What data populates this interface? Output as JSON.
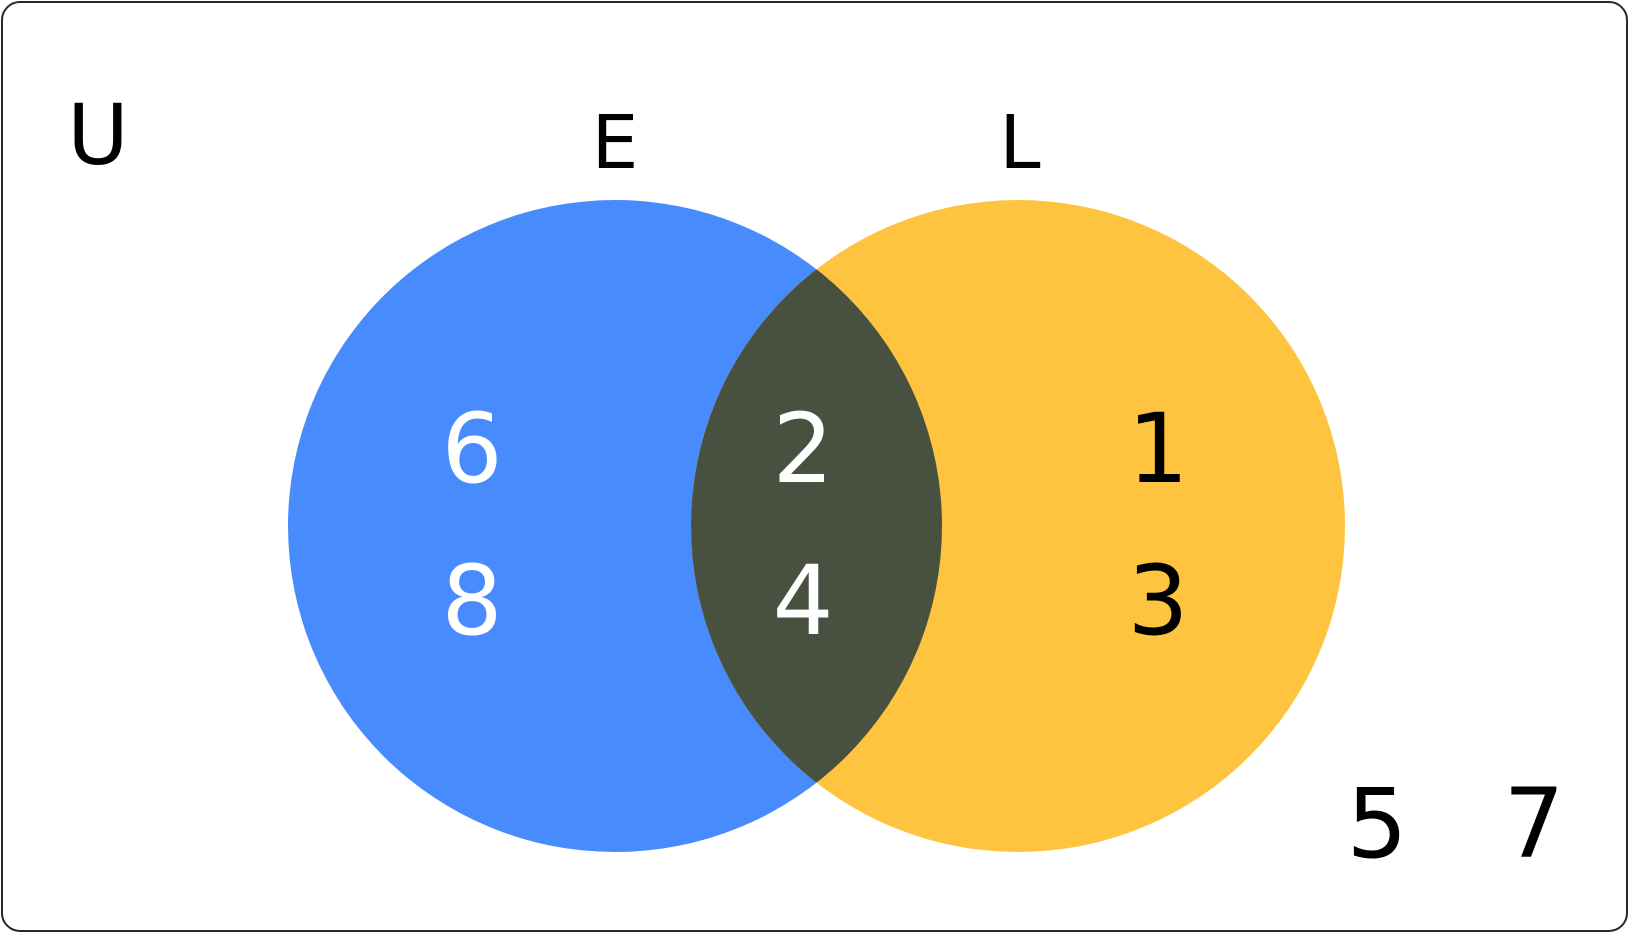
{
  "universal_set": {
    "label": "U"
  },
  "sets": [
    {
      "label": "E",
      "color": "#488BFD"
    },
    {
      "label": "L",
      "color": "#FEC440"
    }
  ],
  "intersection": {
    "color": "#48513F"
  },
  "regions": {
    "e_only": [
      "6",
      "8"
    ],
    "e_and_l": [
      "2",
      "4"
    ],
    "l_only": [
      "1",
      "3"
    ],
    "outside": [
      "5",
      "7"
    ]
  },
  "colors": {
    "border": "#1F2937",
    "text_dark": "#000000",
    "text_light": "#FFFFFF",
    "background": "#FFFFFF"
  }
}
